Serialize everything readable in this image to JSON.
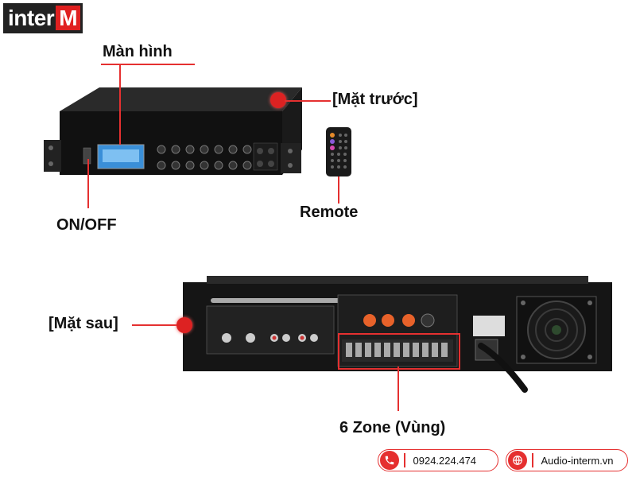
{
  "logo": {
    "brand_text": "inter",
    "brand_accent": "M"
  },
  "labels": {
    "screen": "Màn hình",
    "front": "[Mặt trước]",
    "remote": "Remote",
    "power": "ON/OFF",
    "rear": "[Mặt sau]",
    "zones": "6 Zone (Vùng)"
  },
  "contact": {
    "phone": "0924.224.474",
    "website": "Audio-interm.vn"
  },
  "colors": {
    "accent": "#e53030",
    "logo_bg": "#222222"
  }
}
